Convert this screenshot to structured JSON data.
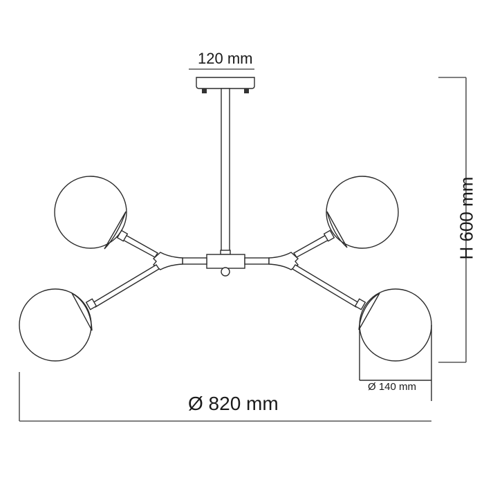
{
  "diagram": {
    "type": "product dimension drawing",
    "subject": "4-globe pendant ceiling lamp",
    "dimensions": {
      "canopy_width": "120 mm",
      "height": "H 600 mm",
      "globe_diameter": "Ø 140 mm",
      "total_diameter": "Ø 820 mm"
    },
    "components": {
      "canopy": "ceiling canopy with 2 screws",
      "rod": "vertical suspension rod",
      "hub": "central hub",
      "arms": [
        "upper-left arm",
        "lower-left arm",
        "upper-right arm",
        "lower-right arm"
      ],
      "globes": [
        "upper-left globe",
        "lower-left globe",
        "upper-right globe",
        "lower-right globe"
      ]
    },
    "colors": {
      "line": "#2b2b2b",
      "dimension_line": "#555555",
      "background": "#ffffff"
    }
  }
}
